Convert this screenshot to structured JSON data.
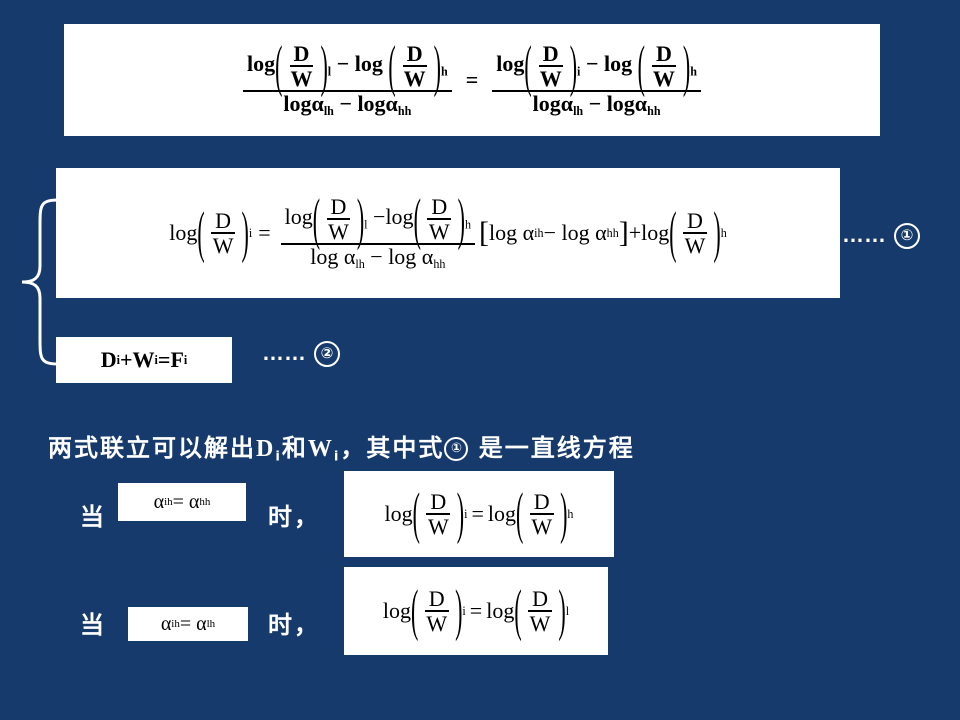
{
  "eq_top": {
    "left_num_a": "log(D/W)",
    "left_num_a_sub": "l",
    "minus": "− log",
    "left_num_b_sub": "h",
    "left_den": "logα",
    "left_den_sub1": "lh",
    "left_den_mid": " − logα",
    "left_den_sub2": "hh",
    "equals": "=",
    "right_num_a_sub": "i",
    "right_num_b_sub": "h",
    "right_den_sub1": "lh",
    "right_den_sub2": "hh",
    "D": "D",
    "W": "W",
    "log": "log"
  },
  "eq1": {
    "log": "log",
    "D": "D",
    "W": "W",
    "sub_i": "i",
    "sub_l": "l",
    "sub_h": "h",
    "minus_log": "−log",
    "den": "log α",
    "den_sub1": "lh",
    "den_mid": " − log α",
    "den_sub2": "hh",
    "bracket_open": "[",
    "bracket_content": "log α",
    "bracket_sub1": "ih",
    "bracket_mid": " − log α",
    "bracket_sub2": "hh",
    "bracket_close": "]",
    "plus_log": "+log",
    "equals": "="
  },
  "markers": {
    "dots1": "……",
    "num1": "①",
    "dots2": "……",
    "num2": "②"
  },
  "eq2": {
    "D": "D",
    "sub": "i",
    "plus": "+W",
    "eq": "=F"
  },
  "statement": {
    "prefix": "两式联立可以解出",
    "D": "D",
    "sub_i": "i",
    "and": "和",
    "W": "W",
    "suffix_a": "，其中式",
    "circle": "①",
    "suffix_b": " 是一直线方程"
  },
  "case1": {
    "when": "当",
    "alpha": "α",
    "sub_a": "ih",
    "eq": " = α",
    "sub_b": "hh",
    "time": "时，",
    "sub_left": "i",
    "sub_right": "h"
  },
  "case2": {
    "when": "当",
    "alpha": "α",
    "sub_a": "ih",
    "eq": " = α",
    "sub_b": "lh",
    "time": "时，",
    "sub_left": "i",
    "sub_right": "l"
  }
}
